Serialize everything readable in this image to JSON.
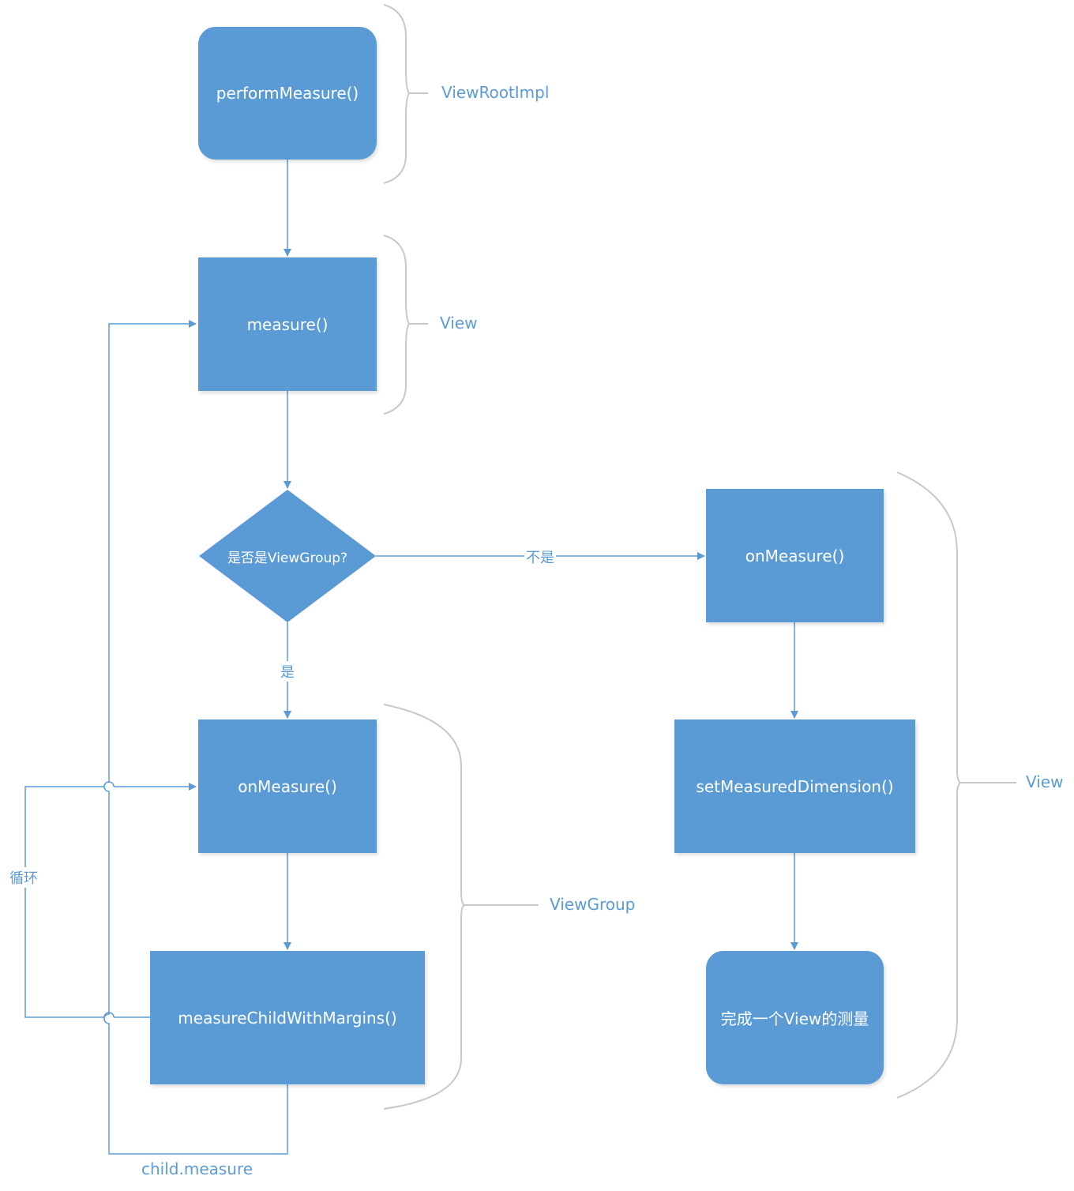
{
  "nodes": {
    "perform_measure": "performMeasure()",
    "measure": "measure()",
    "decision": "是否是ViewGroup?",
    "viewgroup_on_measure": "onMeasure()",
    "measure_child": "measureChildWithMargins()",
    "view_on_measure": "onMeasure()",
    "set_measured_dimension": "setMeasuredDimension()",
    "finish": "完成一个View的测量"
  },
  "edge_labels": {
    "no": "不是",
    "yes": "是",
    "loop": "循环",
    "child_measure": "child.measure"
  },
  "brackets": {
    "view_root_impl": "ViewRootImpl",
    "view_top": "View",
    "view_group": "ViewGroup",
    "view_right": "View"
  },
  "colors": {
    "node_fill": "#5b9bd5",
    "bracket": "#c8c8c8",
    "text_accent": "#5b9bd5"
  }
}
